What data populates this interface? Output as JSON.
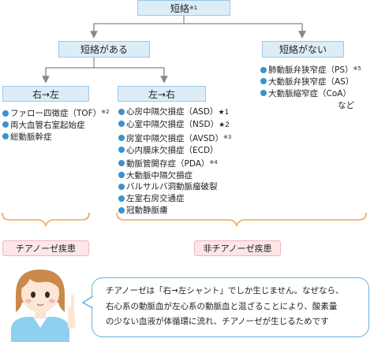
{
  "title_box": {
    "label": "短絡",
    "note": "※1"
  },
  "branches": {
    "with_shunt": "短絡がある",
    "without_shunt": "短絡がない",
    "right_to_left": "右→左",
    "left_to_right": "左→右"
  },
  "right_to_left_list": [
    {
      "label": "ファロー四徴症（TOF）",
      "note": "※2"
    },
    {
      "label": "両大血管右室起始症",
      "note": ""
    },
    {
      "label": "総動脈幹症",
      "note": ""
    }
  ],
  "left_to_right_list": [
    {
      "label": "心房中隔欠損症（ASD）",
      "note": "★1"
    },
    {
      "label": "心室中隔欠損症（NSD）",
      "note": "★2"
    },
    {
      "label": "房室中隔欠損症（AVSD）",
      "note": "※3"
    },
    {
      "label": "心内膜床欠損症（ECD）",
      "note": ""
    },
    {
      "label": "動脈管開存症（PDA）",
      "note": "※4"
    },
    {
      "label": "大動脈中隔欠損症",
      "note": ""
    },
    {
      "label": "バルサルバ洞動脈瘤破裂",
      "note": ""
    },
    {
      "label": "左室右房交通症",
      "note": ""
    },
    {
      "label": "冠動静脈瘻",
      "note": ""
    }
  ],
  "no_shunt_list": [
    {
      "label": "肺動脈弁狭窄症（PS）",
      "note": "※5"
    },
    {
      "label": "大動脈弁狭窄症（AS）",
      "note": ""
    },
    {
      "label": "大動脈縮窄症（CoA）",
      "note": ""
    }
  ],
  "no_shunt_suffix": "など",
  "category_labels": {
    "cyanotic": "チアノーゼ疾患",
    "non_cyanotic": "非チアノーゼ疾患"
  },
  "explanation_lines": [
    "チアノーゼは「右→左シャント」でしか生じません。なぜなら、",
    "右心系の動脈血が左心系の動脈血と混ざることにより、酸素量",
    "の少ない血液が体循環に流れ、チアノーゼが生じるためです"
  ],
  "colors": {
    "box_fill": "#dcedf8",
    "box_border": "#9cc9e6",
    "bullet": "#3b92cf",
    "bracket": "#f0a85a",
    "pill_fill": "#fbe6e8",
    "bubble_border": "#5fb0de"
  }
}
